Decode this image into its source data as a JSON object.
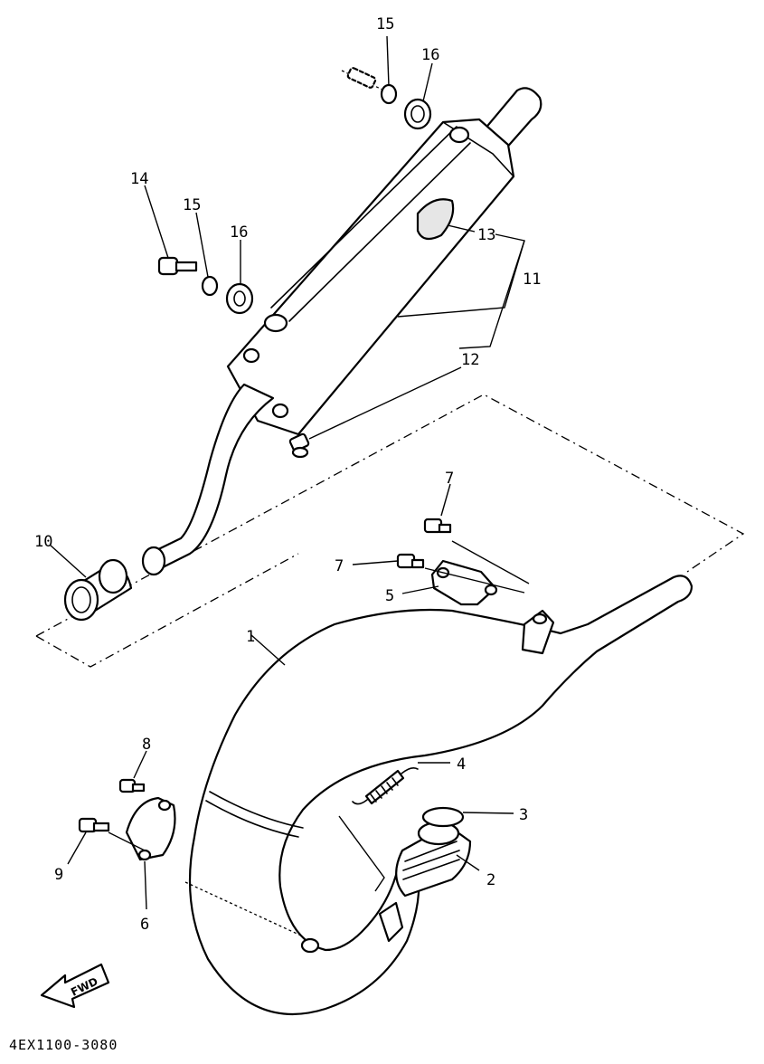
{
  "callouts": {
    "c1": "1",
    "c2": "2",
    "c3": "3",
    "c4": "4",
    "c5": "5",
    "c6": "6",
    "c7a": "7",
    "c7b": "7",
    "c8": "8",
    "c9": "9",
    "c10": "10",
    "c11": "11",
    "c12": "12",
    "c13": "13",
    "c14": "14",
    "c15a": "15",
    "c15b": "15",
    "c16a": "16",
    "c16b": "16"
  },
  "direction_arrow": {
    "label": "FWD",
    "icon": "arrow-left-icon"
  },
  "drawing_code": "4EX1100-3080"
}
